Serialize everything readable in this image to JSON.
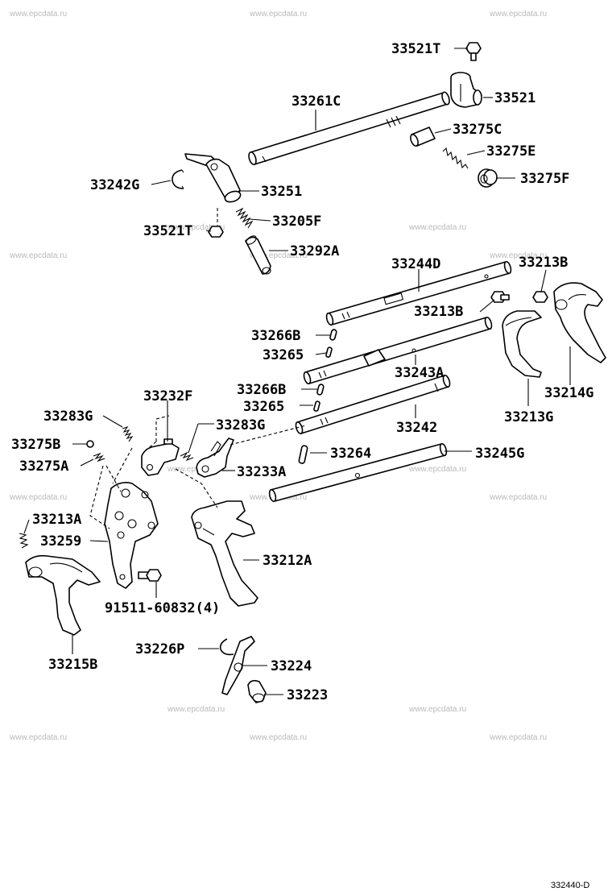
{
  "watermark_text": "www.epcdata.ru",
  "diagram_code": "332440-D",
  "parts": {
    "p33521T_a": "33521T",
    "p33521": "33521",
    "p33261C": "33261C",
    "p33275C": "33275C",
    "p33275E": "33275E",
    "p33275F": "33275F",
    "p33242G": "33242G",
    "p33251": "33251",
    "p33205F": "33205F",
    "p33521T_b": "33521T",
    "p33292A": "33292A",
    "p33244D": "33244D",
    "p33213B_a": "33213B",
    "p33213B_b": "33213B",
    "p33266B_a": "33266B",
    "p33265_a": "33265",
    "p33243A": "33243A",
    "p33214G": "33214G",
    "p33232F": "33232F",
    "p33266B_b": "33266B",
    "p33265_b": "33265",
    "p33213G": "33213G",
    "p33283G_a": "33283G",
    "p33283G_b": "33283G",
    "p33242": "33242",
    "p33275B": "33275B",
    "p33264": "33264",
    "p33245G": "33245G",
    "p33275A": "33275A",
    "p33233A": "33233A",
    "p33213A": "33213A",
    "p33259": "33259",
    "p33212A": "33212A",
    "p91511": "91511-60832(4)",
    "p33215B": "33215B",
    "p33226P": "33226P",
    "p33224": "33224",
    "p33223": "33223"
  }
}
